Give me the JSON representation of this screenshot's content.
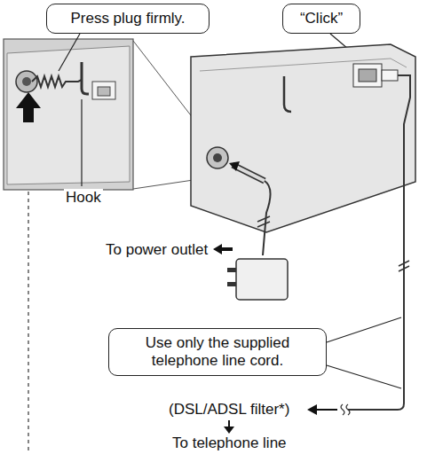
{
  "diagram": {
    "nodes": [
      {
        "text": [
          "Press plug firmly."
        ]
      },
      {
        "text": [
          "“Click”"
        ]
      },
      {
        "text": [
          "Use only the supplied telephone line cord."
        ]
      }
    ],
    "labels": [
      "Hook",
      "To power outlet",
      "(DSL/ADSL filter*)",
      "To telephone line"
    ]
  }
}
